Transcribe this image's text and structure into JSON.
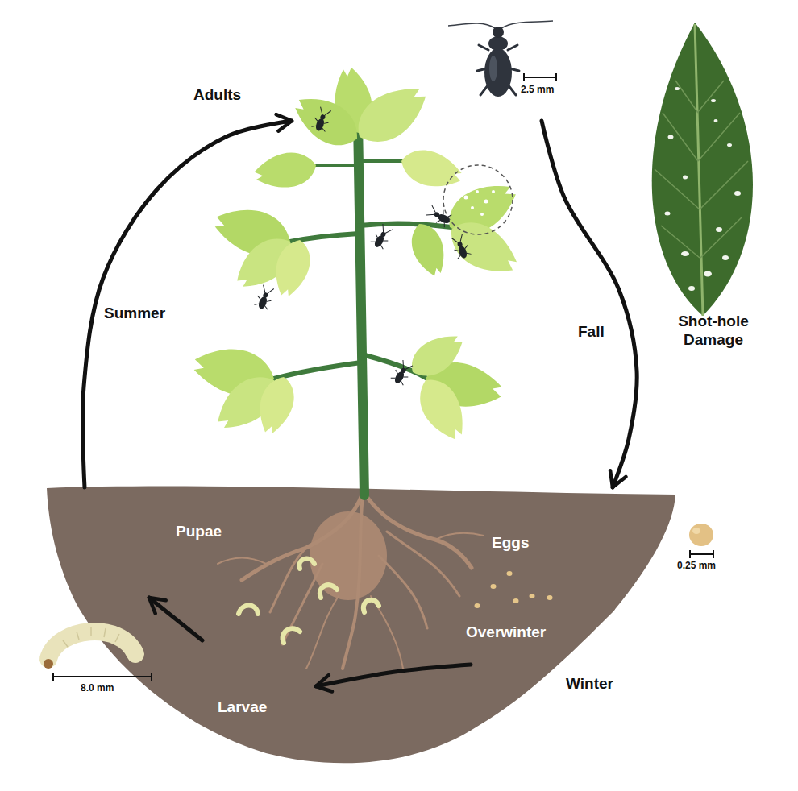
{
  "diagram": {
    "nodes": [
      {
        "text": [
          "Adults"
        ]
      },
      {
        "text": [
          "Eggs",
          "Overwinter"
        ]
      },
      {
        "text": [
          "Larvae"
        ]
      },
      {
        "text": [
          "Pupae"
        ]
      }
    ],
    "edges": [
      {
        "from": 0,
        "to": 1,
        "arrow": "to",
        "label": "Fall"
      },
      {
        "from": 1,
        "to": 2,
        "arrow": "to"
      },
      {
        "from": 2,
        "to": 3,
        "arrow": "to"
      },
      {
        "from": 3,
        "to": 0,
        "arrow": "to",
        "label": "Summer"
      }
    ],
    "labels": [
      "2.5 mm",
      "Shot-hole Damage",
      "0.25 mm",
      "Winter",
      "8.0 mm"
    ]
  }
}
